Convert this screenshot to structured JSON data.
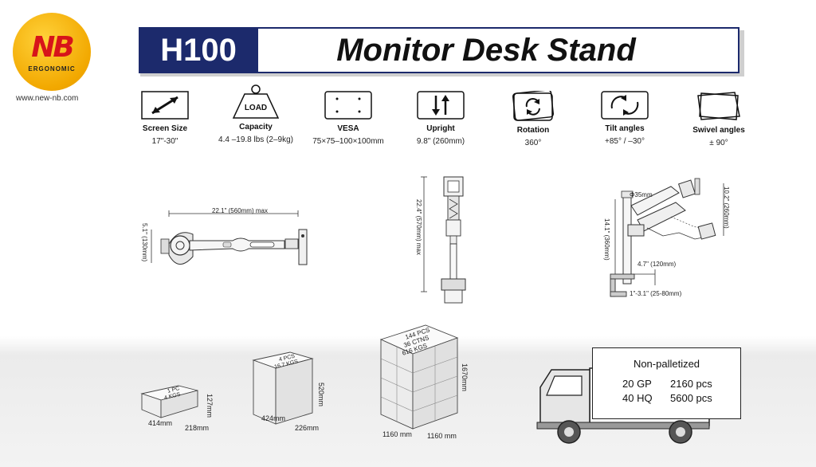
{
  "logo": {
    "mark": "NB",
    "sub": "ERGONOMIC"
  },
  "website": "www.new-nb.com",
  "header": {
    "model": "H100",
    "title": "Monitor Desk Stand"
  },
  "specs": [
    {
      "label": "Screen Size",
      "value": "17\"-30\"",
      "icon": "diagonal-arrow-icon"
    },
    {
      "label": "Capacity",
      "value": "4.4 –19.8 lbs (2–9kg)",
      "icon": "weight-load-icon",
      "icon_text": "LOAD"
    },
    {
      "label": "VESA",
      "value": "75×75–100×100mm",
      "icon": "vesa-pattern-icon"
    },
    {
      "label": "Upright",
      "value": "9.8\" (260mm)",
      "icon": "updown-arrows-icon"
    },
    {
      "label": "Rotation",
      "value": "360°",
      "icon": "rotation-icon"
    },
    {
      "label": "Tilt angles",
      "value": "+85°   /  –30°",
      "icon": "tilt-icon"
    },
    {
      "label": "Swivel angles",
      "value": "± 90°",
      "icon": "swivel-icon"
    }
  ],
  "diagrams": {
    "top": {
      "length": "22.1\" (560mm) max",
      "height": "5.1\" (130mm)"
    },
    "front": {
      "height": "22.4\" (570mm) max"
    },
    "side": {
      "pole": "Φ35mm",
      "arm_height": "10.2\" (260mm)",
      "pole_height": "14.1\" (360mm)",
      "reach": "4.7\" (120mm)",
      "clamp": "1\"-3.1\" (25-80mm)"
    }
  },
  "packing": {
    "single": {
      "count": "1 PC",
      "weight": "4 KGS",
      "l": "414mm",
      "w": "218mm",
      "h": "127mm"
    },
    "carton": {
      "count": "4 PCS",
      "weight": "16.7 KGS",
      "l": "424mm",
      "w": "226mm",
      "h": "520mm"
    },
    "pallet": {
      "count": "144 PCS",
      "cartons": "36 CTNS",
      "weight": "616 KGS",
      "l": "1160 mm",
      "w": "1160 mm",
      "h": "1670mm"
    },
    "container": {
      "title": "Non-palletized",
      "rows": [
        {
          "type": "20 GP",
          "qty": "2160 pcs"
        },
        {
          "type": "40 HQ",
          "qty": "5600 pcs"
        }
      ]
    }
  },
  "colors": {
    "brand_navy": "#1c2a6c",
    "logo_gold": "#f2a800",
    "logo_red": "#d7141a"
  }
}
